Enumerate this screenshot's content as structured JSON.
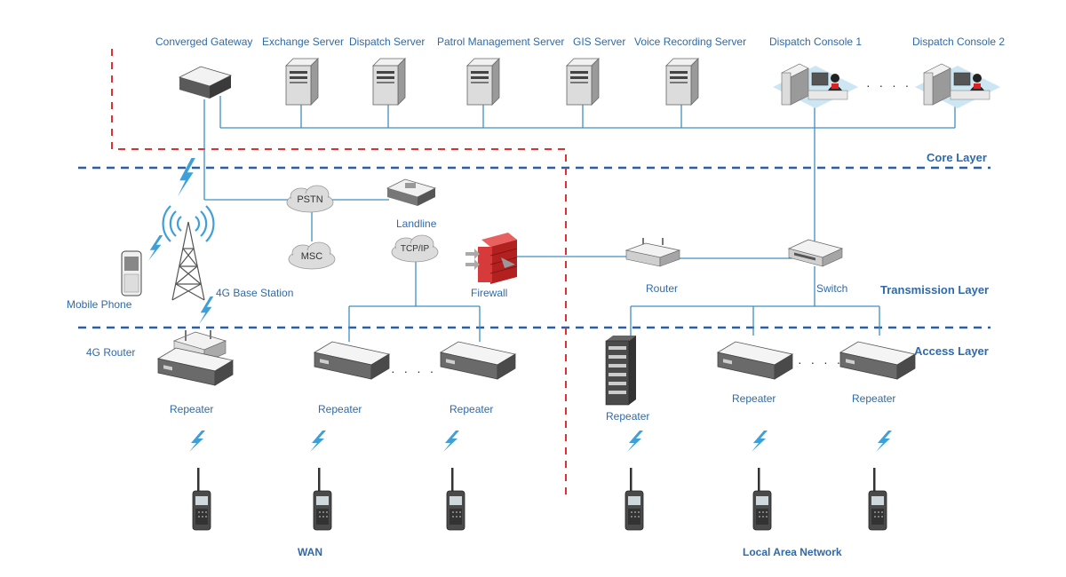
{
  "servers": [
    {
      "label": "Converged Gateway"
    },
    {
      "label": "Exchange Server"
    },
    {
      "label": "Dispatch Server"
    },
    {
      "label": "Patrol Management Server"
    },
    {
      "label": "GIS Server"
    },
    {
      "label": "Voice Recording Server"
    },
    {
      "label": "Dispatch Console 1"
    },
    {
      "label": "Dispatch Console 2"
    }
  ],
  "layers": {
    "core": "Core Layer",
    "transmission": "Transmission Layer",
    "access": "Access Layer"
  },
  "nodes": {
    "pstn": "PSTN",
    "msc": "MSC",
    "tcpip": "TCP/IP",
    "landline": "Landline",
    "firewall": "Firewall",
    "router": "Router",
    "switch": "Switch",
    "base_station": "4G Base Station",
    "mobile_phone": "Mobile Phone",
    "router_4g": "4G Router"
  },
  "repeaters": [
    "Repeater",
    "Repeater",
    "Repeater",
    "Repeater",
    "Repeater",
    "Repeater"
  ],
  "ellipsis": "· · · ·",
  "zones": {
    "wan": "WAN",
    "lan": "Local Area Network"
  },
  "colors": {
    "line": "#3f8fc4",
    "label": "#2f6aa8",
    "dash_blue": "#2e5e9e",
    "dash_red": "#e03030",
    "device_light": "#e6e6e6",
    "device_dark": "#555555"
  }
}
